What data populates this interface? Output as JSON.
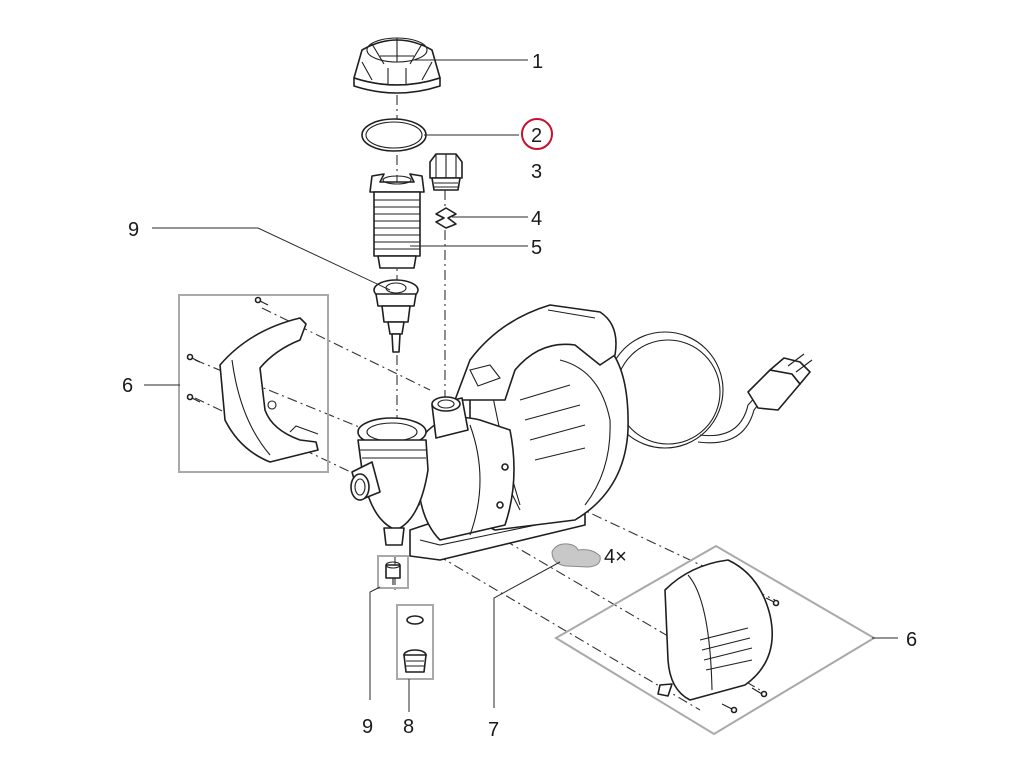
{
  "diagram": {
    "highlight_color": "#c8102e",
    "line_color": "#1f1f1f",
    "box_color": "#a9a9a9",
    "callouts": {
      "c1": "1",
      "c2": "2",
      "c3": "3",
      "c4": "4",
      "c5": "5",
      "c6_left": "6",
      "c6_right": "6",
      "c7": "7",
      "c8": "8",
      "c9_top": "9",
      "c9_bottom": "9",
      "qty": "4×"
    },
    "highlighted_callout": "2"
  }
}
